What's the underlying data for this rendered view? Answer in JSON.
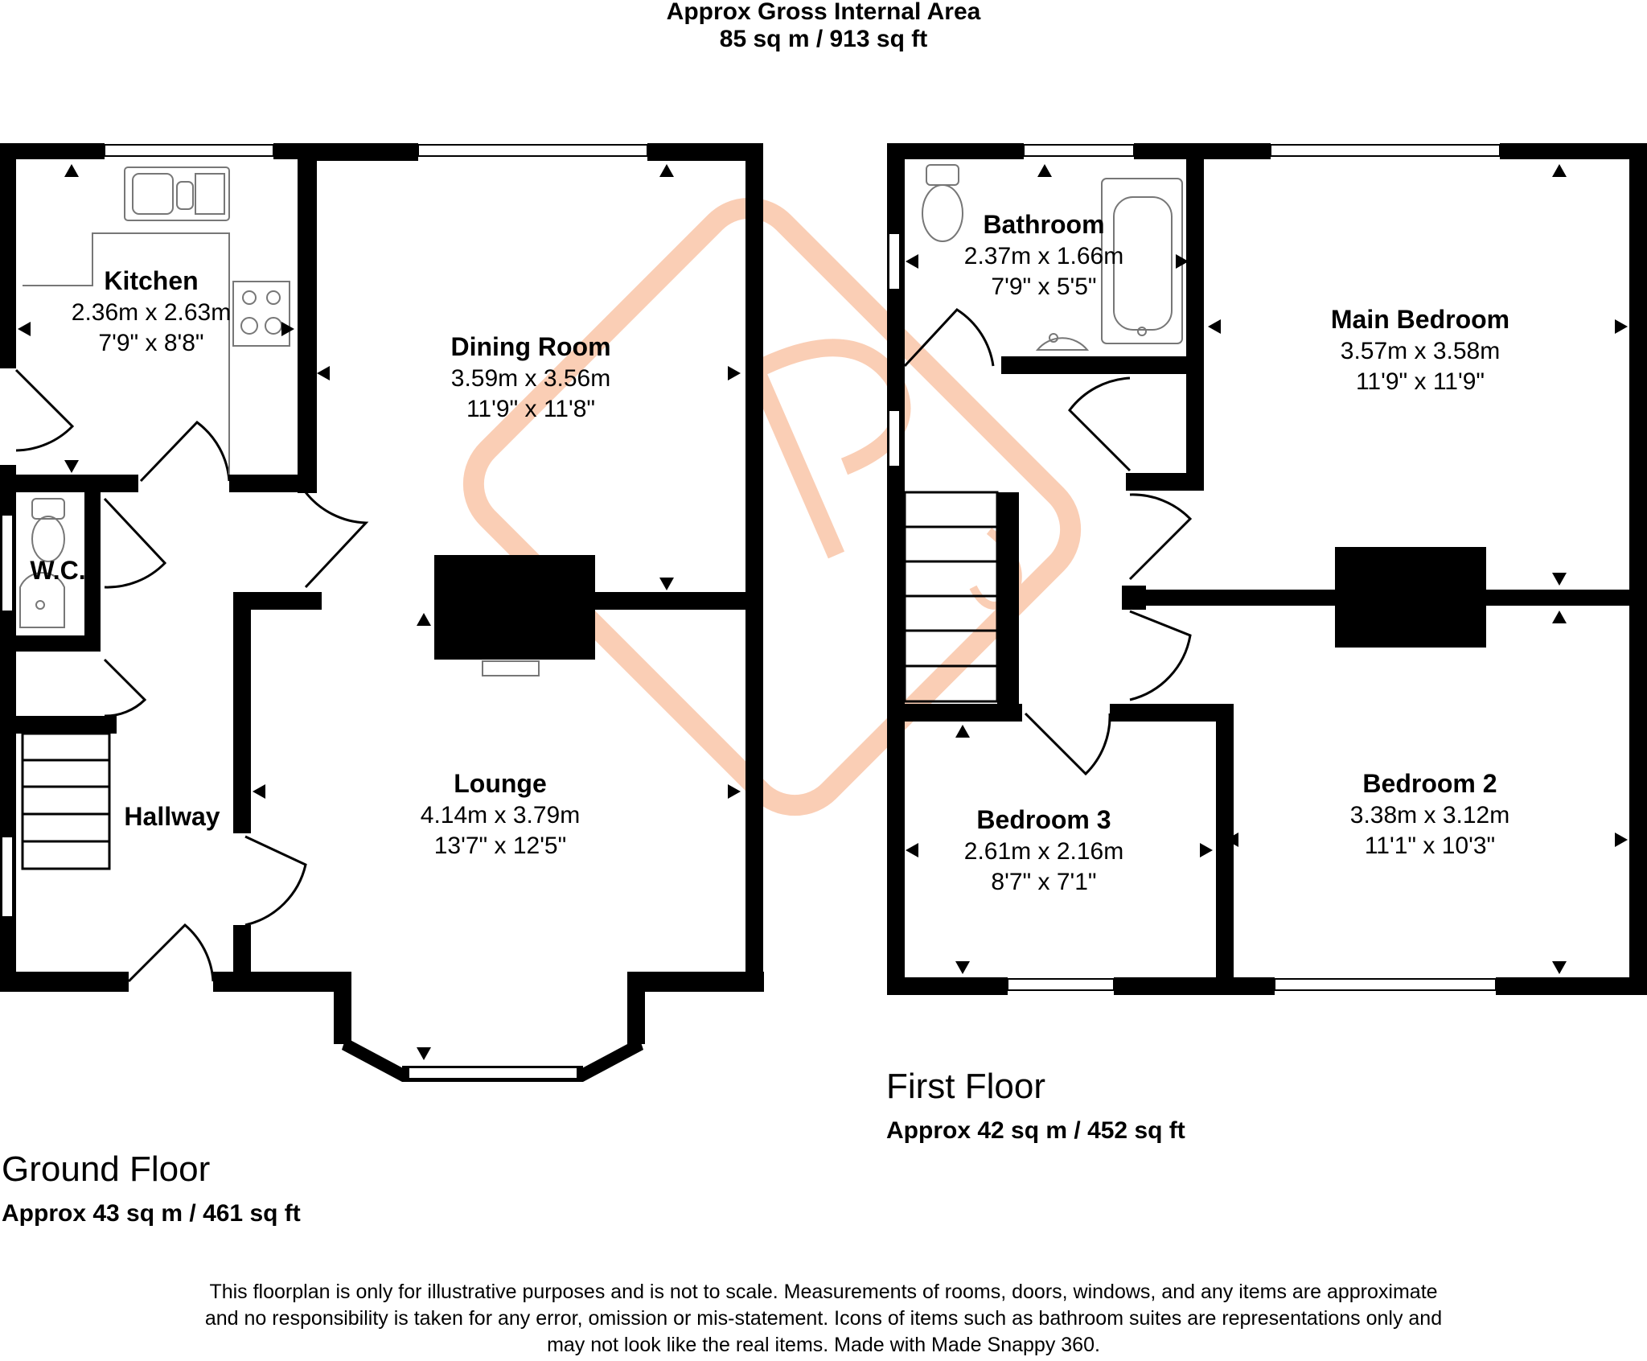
{
  "header": {
    "gross_label": "Approx Gross Internal Area",
    "gross_value": "85 sq m / 913 sq ft"
  },
  "ground_floor": {
    "title": "Ground Floor",
    "area": "Approx 43 sq m / 461 sq ft",
    "rooms": {
      "kitchen": {
        "name": "Kitchen",
        "metric": "2.36m x 2.63m",
        "imperial": "7'9\" x 8'8\""
      },
      "dining": {
        "name": "Dining Room",
        "metric": "3.59m x 3.56m",
        "imperial": "11'9\" x 11'8\""
      },
      "wc": {
        "name": "W.C."
      },
      "lounge": {
        "name": "Lounge",
        "metric": "4.14m x 3.79m",
        "imperial": "13'7\" x 12'5\""
      },
      "hallway": {
        "name": "Hallway"
      }
    }
  },
  "first_floor": {
    "title": "First Floor",
    "area": "Approx 42 sq m / 452 sq ft",
    "rooms": {
      "bathroom": {
        "name": "Bathroom",
        "metric": "2.37m x 1.66m",
        "imperial": "7'9\" x 5'5\""
      },
      "main_bedroom": {
        "name": "Main Bedroom",
        "metric": "3.57m x 3.58m",
        "imperial": "11'9\" x 11'9\""
      },
      "bedroom2": {
        "name": "Bedroom 2",
        "metric": "3.38m x 3.12m",
        "imperial": "11'1\" x 10'3\""
      },
      "bedroom3": {
        "name": "Bedroom 3",
        "metric": "2.61m x 2.16m",
        "imperial": "8'7\" x 7'1\""
      }
    }
  },
  "disclaimer": {
    "line1": "This floorplan is only for illustrative purposes and is not to scale. Measurements of rooms, doors, windows, and any items are approximate",
    "line2": "and no responsibility is taken for any error, omission or mis-statement. Icons of items such as bathroom suites are representations only and",
    "line3": "may not look like the real items. Made with Made Snappy 360."
  },
  "colors": {
    "wall": "#000000",
    "watermark": "#f6a77a",
    "fixture": "#777777"
  },
  "icons": {
    "watermark": "agency-logo-watermark",
    "measure_marker": "triangle-arrow-icon"
  }
}
